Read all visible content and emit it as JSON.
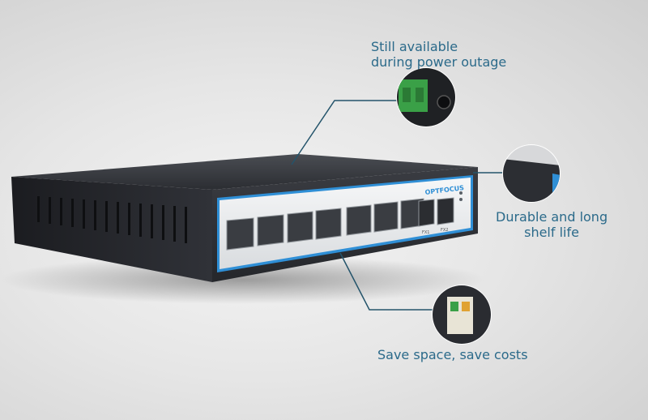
{
  "product": {
    "brand_logo": "OPTFOCUS",
    "port_labels": [
      "FX1",
      "FX2"
    ]
  },
  "callouts": {
    "power": {
      "line1": "Still available",
      "line2": "during power outage"
    },
    "durable": {
      "line1": "Durable and long",
      "line2": "shelf life"
    },
    "space": {
      "text": "Save space, save costs"
    }
  },
  "colors": {
    "caption": "#2b6a8a",
    "accent_blue": "#2f8fd6",
    "chassis": "#2a2c31",
    "terminal_green": "#3aa047"
  }
}
